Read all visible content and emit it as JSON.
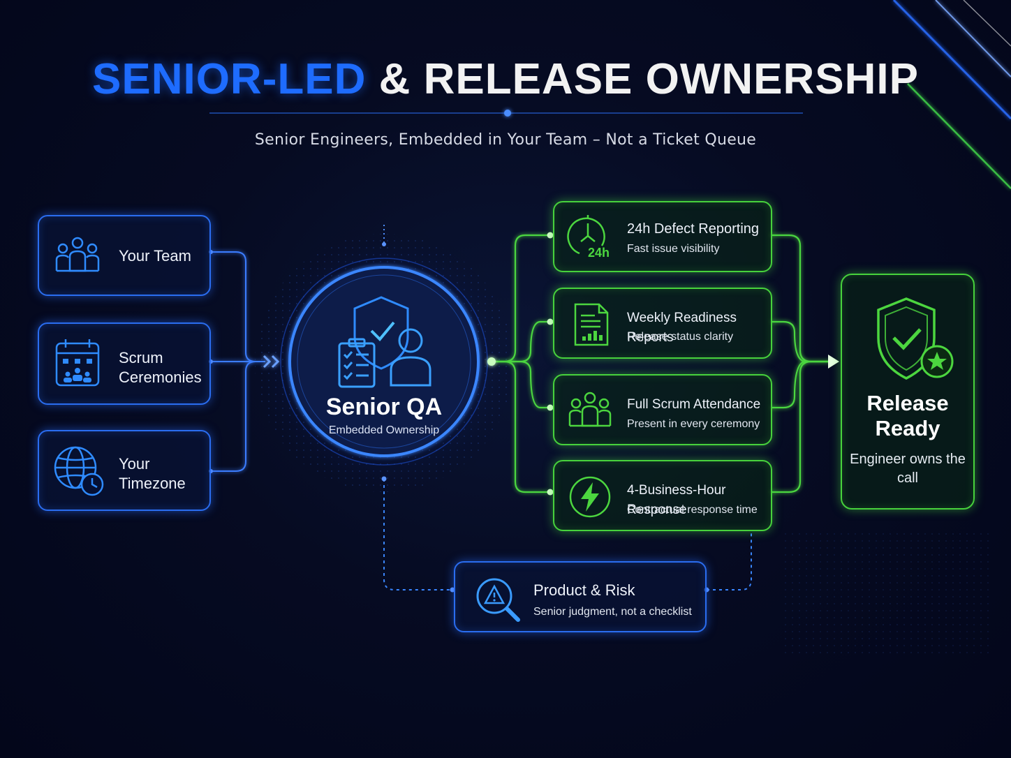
{
  "title": {
    "part1": "SENIOR-LED",
    "part2": "& RELEASE OWNERSHIP"
  },
  "subtitle": "Senior Engineers, Embedded in Your Team – Not a Ticket Queue",
  "inputs": [
    {
      "label": "Your Team",
      "icon": "team-icon"
    },
    {
      "label": "Scrum Ceremonies",
      "icon": "calendar-icon"
    },
    {
      "label": "Your Timezone",
      "icon": "globe-clock-icon"
    }
  ],
  "center": {
    "title": "Senior QA",
    "subtitle": "Embedded Ownership"
  },
  "outputs": [
    {
      "title": "24h Defect Reporting",
      "subtitle": "Fast issue visibility",
      "icon": "clock-24h-icon",
      "badge": "24h"
    },
    {
      "title": "Weekly Readiness Reports",
      "subtitle": "Release status clarity",
      "icon": "report-icon"
    },
    {
      "title": "Full Scrum Attendance",
      "subtitle": "Present in every ceremony",
      "icon": "team-icon"
    },
    {
      "title": "4-Business-Hour Response",
      "subtitle": "Contractual response time",
      "icon": "lightning-icon"
    }
  ],
  "result": {
    "title": "Release Ready",
    "subtitle": "Engineer owns the call",
    "icon": "shield-star-icon"
  },
  "risk": {
    "title": "Product & Risk",
    "subtitle": "Senior judgment, not a checklist",
    "icon": "warning-search-icon"
  },
  "colors": {
    "blue": "#2a6df0",
    "green": "#47d23c",
    "title_blue": "#1e6cff",
    "background": "#060b22"
  }
}
